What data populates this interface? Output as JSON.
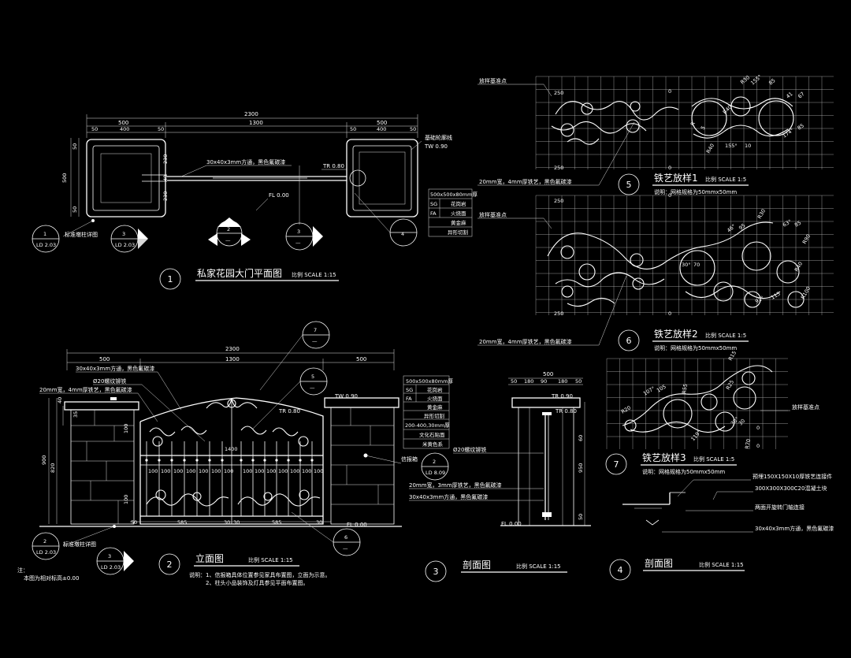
{
  "plan": {
    "title": "私家花园大门平面图",
    "scale": "比例 SCALE 1:15",
    "num": "1",
    "dims": {
      "overall": "2300",
      "left": "500",
      "mid": "1300",
      "right": "500",
      "l50a": "50",
      "l400": "400",
      "l50b": "50",
      "r50a": "50",
      "r400": "400",
      "r50b": "50",
      "v50a": "50",
      "v500": "500",
      "v230a": "230",
      "v40": "40",
      "v230b": "230",
      "v50b": "50"
    },
    "labels": {
      "tube": "30x40x3mm方通，黑色氟碳漆",
      "outline": "基础轮廓线",
      "tw": "TW 0.90",
      "tr": "TR 0.80",
      "fl": "FL 0.00",
      "detail": "标准墩柱详图"
    },
    "legend": [
      {
        "code": "",
        "text": "500x500x80mm厚"
      },
      {
        "code": "SG",
        "text": "花岗岩"
      },
      {
        "code": "FA",
        "text": "火烧面"
      },
      {
        "code": "",
        "text": "黄金麻"
      },
      {
        "code": "",
        "text": "异形切割"
      }
    ],
    "markers": [
      {
        "top": "1",
        "bottom": "LD 2.03"
      },
      {
        "top": "3",
        "bottom": "LD 2.03"
      },
      {
        "top": "2",
        "bottom": "—"
      },
      {
        "top": "3",
        "bottom": "—"
      },
      {
        "top": "4",
        "bottom": ""
      }
    ]
  },
  "elevation": {
    "title": "立面图",
    "scale": "比例 SCALE 1:15",
    "num": "2",
    "note_head": "说明：",
    "notes": [
      "1、信报箱具体位置参见家具布置图，立面为示意。",
      "2、柱头小品装饰及灯具参见平面布置图。"
    ],
    "dims": {
      "overall": "2300",
      "left": "500",
      "mid": "1300",
      "right": "500",
      "d1400": "1400",
      "d900": "900",
      "d820": "820",
      "d35": "35",
      "d40": "40",
      "d100a": "100",
      "d100b": "100",
      "d585a": "585",
      "d585b": "585",
      "d50": "50",
      "d30a": "30",
      "d30b": "30",
      "d30c": "30"
    },
    "bars": [
      "100",
      "100",
      "100",
      "100",
      "100",
      "100",
      "100",
      "100",
      "100",
      "100",
      "100",
      "100",
      "100",
      "100"
    ],
    "labels": {
      "tube": "30x40x3mm方通，黑色氟碳漆",
      "iron": "20mm宽，4mm厚铁艺，黑色氟碳漆",
      "rivet": "Ø20螺纹铆铁",
      "tw": "TW 0.90",
      "tr": "TR 0.80",
      "fl": "FL 0.00",
      "detail": "标准墩柱详图",
      "mailbox": "信报箱"
    },
    "legend": [
      {
        "code": "",
        "text": "500x500x80mm厚"
      },
      {
        "code": "SG",
        "text": "花岗岩"
      },
      {
        "code": "FA",
        "text": "火烧面"
      },
      {
        "code": "",
        "text": "黄金麻"
      },
      {
        "code": "",
        "text": "异形切割"
      },
      {
        "code": "",
        "text": "200-400,30mm厚"
      },
      {
        "code": "",
        "text": "文化石贴面"
      },
      {
        "code": "",
        "text": "米黄色系"
      }
    ],
    "markers": [
      {
        "top": "7",
        "bottom": "—"
      },
      {
        "top": "5",
        "bottom": "—"
      },
      {
        "top": "6",
        "bottom": "—"
      },
      {
        "top": "2",
        "bottom": "LD 2.03"
      },
      {
        "top": "3",
        "bottom": "LD 2.03"
      },
      {
        "top": "2",
        "bottom": "LD 8.09"
      }
    ]
  },
  "section3": {
    "title": "剖面图",
    "scale": "比例 SCALE 1:15",
    "num": "3",
    "dims": {
      "w500": "500",
      "a50": "50",
      "b180": "180",
      "c90": "90",
      "d180": "180",
      "e50": "50",
      "h60": "60",
      "h950": "950",
      "h50": "50"
    },
    "labels": {
      "tw": "TR 0.90",
      "tr": "TR 0.80",
      "fl": "FL 0.00",
      "rivet": "Ø20螺纹铆铁",
      "iron": "20mm宽，3mm厚铁艺，黑色氟碳漆",
      "tube": "30x40x3mm方通，黑色氟碳漆"
    }
  },
  "section4": {
    "title": "剖面图",
    "scale": "比例 SCALE 1:15",
    "num": "4",
    "labels": [
      "预埋150X150X10厚铁艺连接件",
      "300X300X300C20混凝土块",
      "两面开旋转门轴连接",
      "30x40x3mm方通，黑色氟碳漆"
    ]
  },
  "pattern1": {
    "title": "铁艺放样1",
    "scale": "比例 SCALE 1:5",
    "num": "5",
    "note": "说明：网格规格为50mmx50mm",
    "base": "放样基准点",
    "iron": "20mm宽，4mm厚铁艺，黑色氟碳漆",
    "dims": [
      "250",
      "250",
      "0",
      "0",
      "R30",
      "155°",
      "85",
      "R40",
      "41",
      "67",
      "5",
      "R",
      "155°",
      "10",
      "R40",
      "174°",
      "85"
    ]
  },
  "pattern2": {
    "title": "铁艺放样2",
    "scale": "比例 SCALE 1:5",
    "num": "6",
    "note": "说明：网格规格为50mmx50mm",
    "base": "放样基准点",
    "iron": "20mm宽，4mm厚铁艺，黑色氟碳漆",
    "dims": [
      "250",
      "250",
      "0",
      "0",
      "30°",
      "70",
      "R100",
      "R90",
      "R40",
      "R30",
      "63°",
      "85",
      "46°",
      "95",
      "92°",
      "115"
    ]
  },
  "pattern3": {
    "title": "铁艺放样3",
    "scale": "比例 SCALE 1:5",
    "num": "7",
    "note": "说明：网格规格为50mmx50mm",
    "base": "放样基准点",
    "dims": [
      "0",
      "0",
      "R15",
      "R25",
      "R20",
      "107°",
      "105",
      "30°",
      "30",
      "R70",
      "R55",
      "119°"
    ]
  },
  "footnote": {
    "head": "注：",
    "text": "本图为相对标高±0.00"
  }
}
